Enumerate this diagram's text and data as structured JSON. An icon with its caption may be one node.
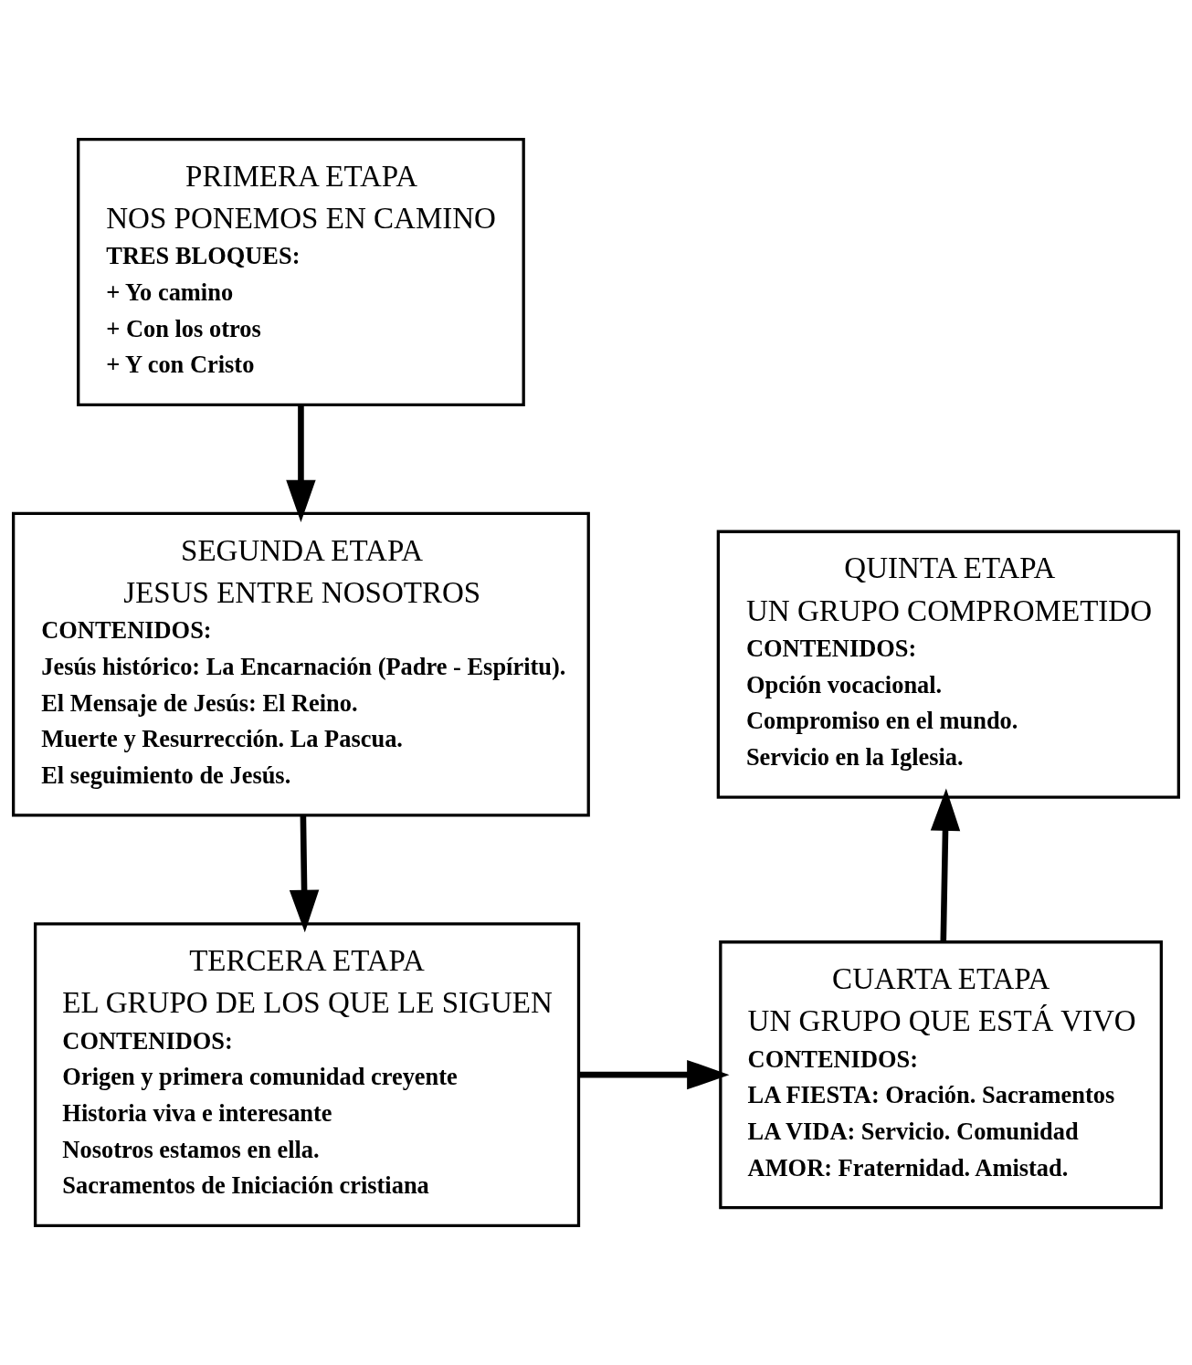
{
  "diagram": {
    "nodes": [
      {
        "text": [
          "PRIMERA ETAPA",
          "NOS PONEMOS EN CAMINO",
          "TRES BLOQUES:",
          "+ Yo camino",
          "+ Con los otros",
          "+ Y con Cristo"
        ]
      },
      {
        "text": [
          "SEGUNDA ETAPA",
          "JESUS ENTRE NOSOTROS",
          "CONTENIDOS:",
          "Jesús histórico: La Encarnación (Padre - Espíritu).",
          "El Mensaje de Jesús: El Reino.",
          "Muerte y Resurrección. La Pascua.",
          "El seguimiento de Jesús."
        ]
      },
      {
        "text": [
          "QUINTA ETAPA",
          "UN GRUPO COMPROMETIDO",
          "CONTENIDOS:",
          "Opción vocacional.",
          "Compromiso en el mundo.",
          "Servicio en la Iglesia."
        ]
      },
      {
        "text": [
          "TERCERA ETAPA",
          "EL GRUPO DE LOS QUE LE SIGUEN",
          "CONTENIDOS:",
          "Origen y primera comunidad creyente",
          "Historia viva e interesante",
          "Nosotros estamos en ella.",
          "Sacramentos de Iniciación cristiana"
        ]
      },
      {
        "text": [
          "CUARTA ETAPA",
          "UN GRUPO QUE ESTÁ VIVO",
          "CONTENIDOS:",
          "LA FIESTA: Oración. Sacramentos",
          "LA VIDA: Servicio. Comunidad",
          "AMOR: Fraternidad. Amistad."
        ]
      }
    ],
    "edges": [
      {
        "from": 0,
        "to": 1,
        "arrow": "to"
      },
      {
        "from": 1,
        "to": 3,
        "arrow": "to"
      },
      {
        "from": 3,
        "to": 4,
        "arrow": "to"
      },
      {
        "from": 4,
        "to": 2,
        "arrow": "to"
      }
    ]
  }
}
